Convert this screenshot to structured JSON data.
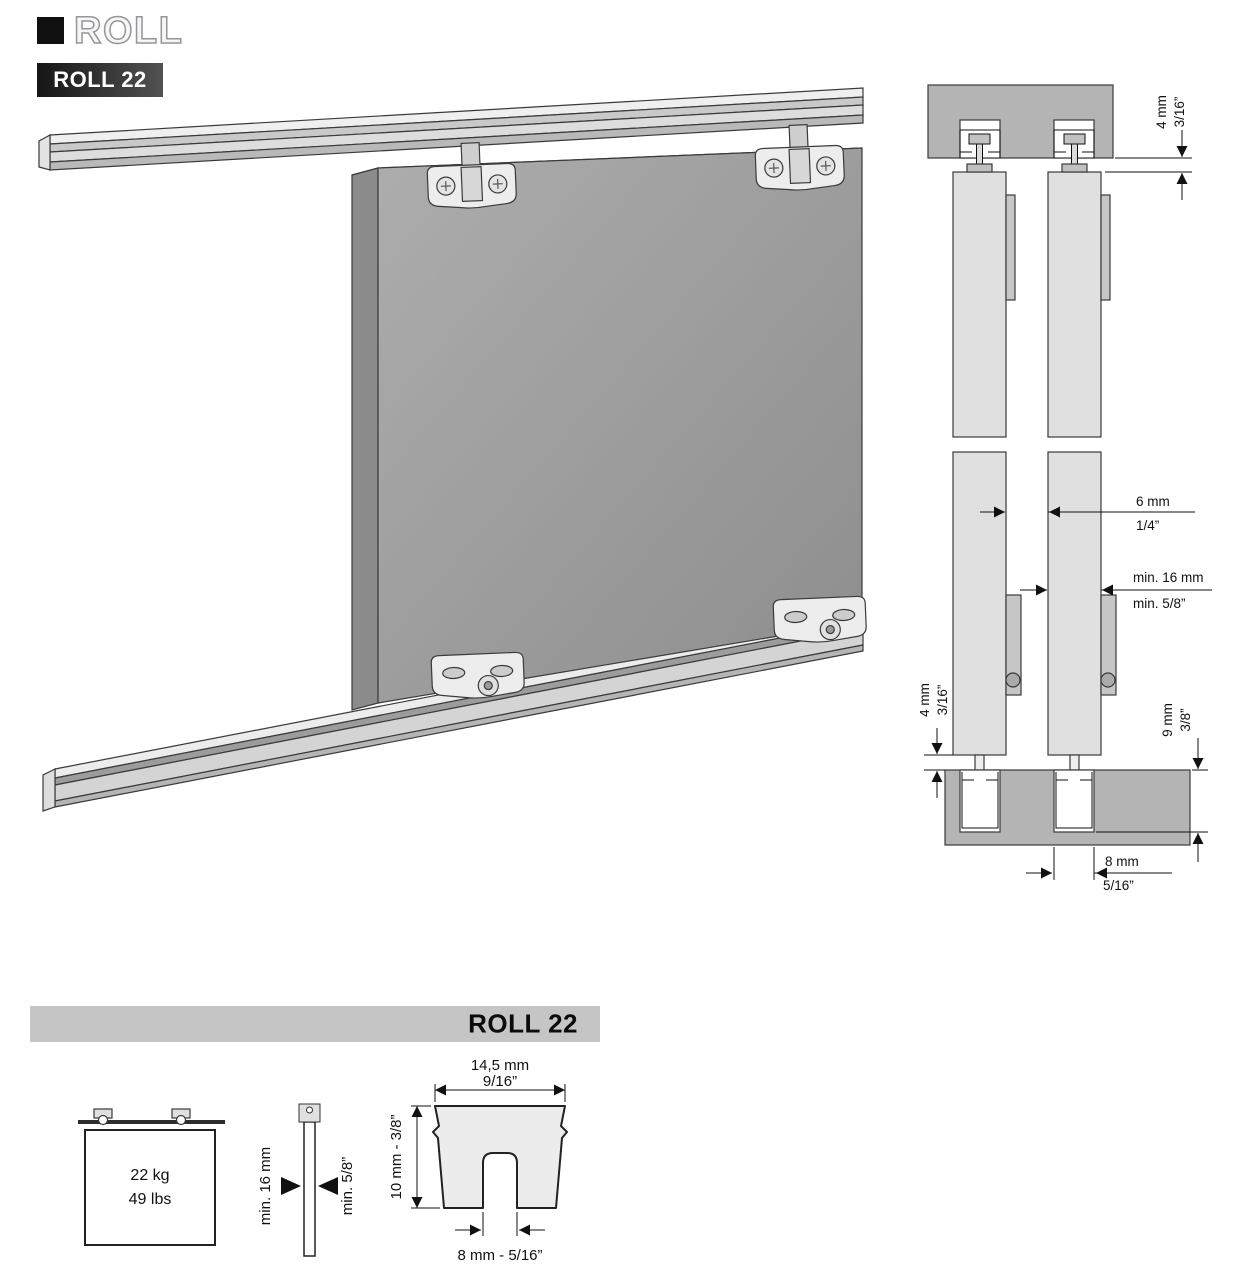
{
  "brand": {
    "logo": "ROLL",
    "badge": "ROLL 22"
  },
  "colors": {
    "badge_dark": "#151515",
    "door_gray": "#9d9d9d",
    "section_block_gray": "#b4b4b4",
    "spec_bar_gray": "#c5c5c5"
  },
  "section": {
    "cross": {
      "top_gap_mm": "4 mm",
      "top_gap_in": "3/16”",
      "gap_mm": "6 mm",
      "gap_in": "1/4”",
      "thick_mm": "min. 16 mm",
      "thick_in": "min. 5/8”",
      "bottom_gap_mm": "4 mm",
      "bottom_gap_in": "3/16”",
      "depth_mm": "9 mm",
      "depth_in": "3/8”",
      "width_mm": "8 mm",
      "width_in": "5/16”"
    },
    "spec": {
      "title": "ROLL 22",
      "weight_kg": "22 kg",
      "weight_lb": "49 lbs",
      "min_thick_mm": "min. 16 mm",
      "min_thick_in": "min. 5/8”",
      "profile_w_mm": "14,5 mm",
      "profile_w_in": "9/16”",
      "profile_h": "10 mm - 3/8”",
      "profile_o": "8 mm - 5/16”"
    }
  }
}
